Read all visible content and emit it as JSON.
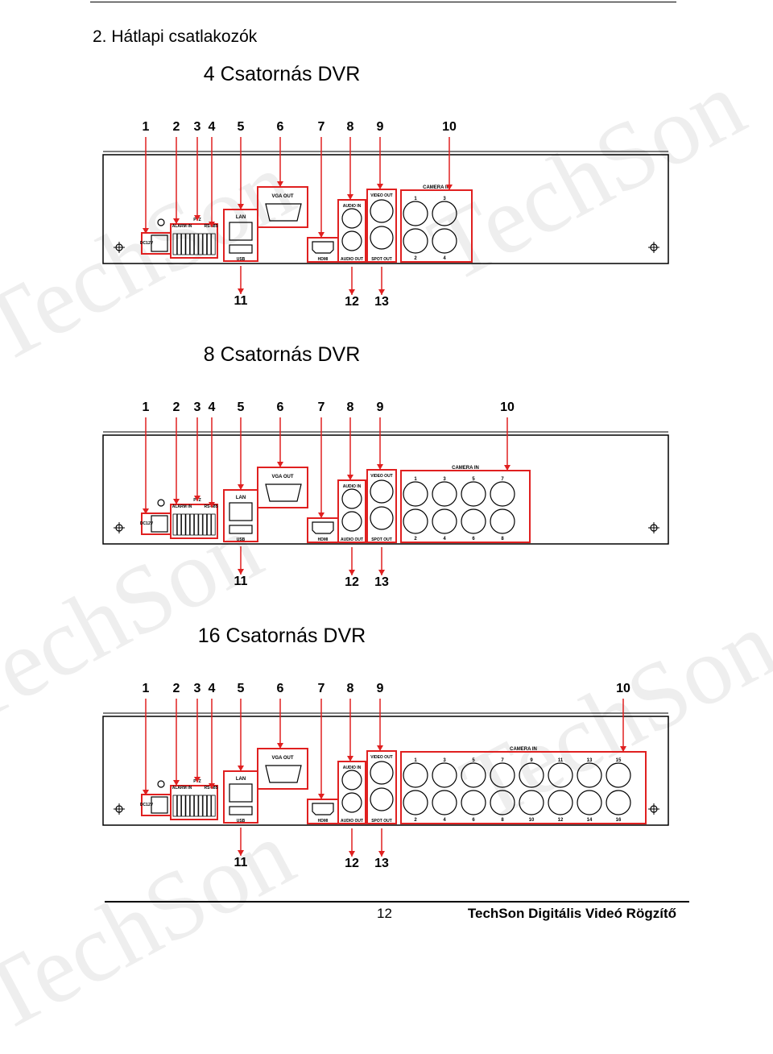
{
  "page": {
    "section_heading": "2. Hátlapi csatlakozók",
    "page_number": "12",
    "footer_title": "TechSon Digitális Videó Rögzítő",
    "watermark_text": "TechSon"
  },
  "colors": {
    "callout": "#e02020",
    "panel_stroke": "#000000",
    "watermark": "#eeeeee"
  },
  "diagrams": [
    {
      "title": "4 Csatornás DVR",
      "channels": 4,
      "camera_odd": [
        "1",
        "3"
      ],
      "camera_even": [
        "2",
        "4"
      ]
    },
    {
      "title": "8 Csatornás DVR",
      "channels": 8,
      "camera_odd": [
        "1",
        "3",
        "5",
        "7"
      ],
      "camera_even": [
        "2",
        "4",
        "6",
        "8"
      ]
    },
    {
      "title": "16 Csatornás DVR",
      "channels": 16,
      "camera_odd": [
        "1",
        "3",
        "5",
        "7",
        "9",
        "11",
        "13",
        "15"
      ],
      "camera_even": [
        "2",
        "4",
        "6",
        "8",
        "10",
        "12",
        "14",
        "16"
      ]
    }
  ],
  "callouts": {
    "top": [
      "1",
      "2",
      "3",
      "4",
      "5",
      "6",
      "7",
      "8",
      "9",
      "10"
    ],
    "bottom": [
      "11",
      "12",
      "13"
    ]
  },
  "panel_labels": {
    "dc": "DC12V",
    "alarm": "ALARM IN",
    "ptz": "PTZ",
    "rs485": "RS-485",
    "lan": "LAN",
    "usb": "USB",
    "vga": "VGA OUT",
    "hdmi": "HDMI",
    "audio_in": "AUDIO IN",
    "audio_out": "AUDIO OUT",
    "video_out": "VIDEO OUT",
    "spot_out": "SPOT OUT",
    "camera_in": "CAMERA IN"
  }
}
